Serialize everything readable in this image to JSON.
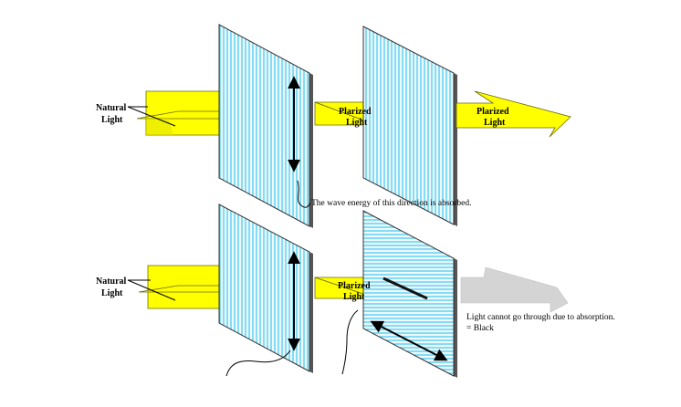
{
  "title": "Polarization of light by polarizing filters",
  "colors": {
    "beam": "#ffff00",
    "beam_outline": "#5a5a00",
    "filter_lines": "#41c8f0",
    "filter_bg": "#eef9fd",
    "filter_edge": "#333333",
    "blocked_beam": "#d4d4d4"
  },
  "top": {
    "source_label": [
      "Natural",
      "Light"
    ],
    "beam1_label": [
      "Plarized",
      "Light"
    ],
    "beam2_label": [
      "Plarized",
      "Light"
    ],
    "annotation": "The wave energy of this direction is absorbed."
  },
  "bottom": {
    "source_label": [
      "Natural",
      "Light"
    ],
    "beam1_label": [
      "Plarized",
      "Light"
    ],
    "result_lines": [
      "Light cannot go through due to absorption.",
      "= Black"
    ]
  },
  "icons": [
    "vertical-double-arrow-icon",
    "diagonal-double-arrow-icon"
  ]
}
